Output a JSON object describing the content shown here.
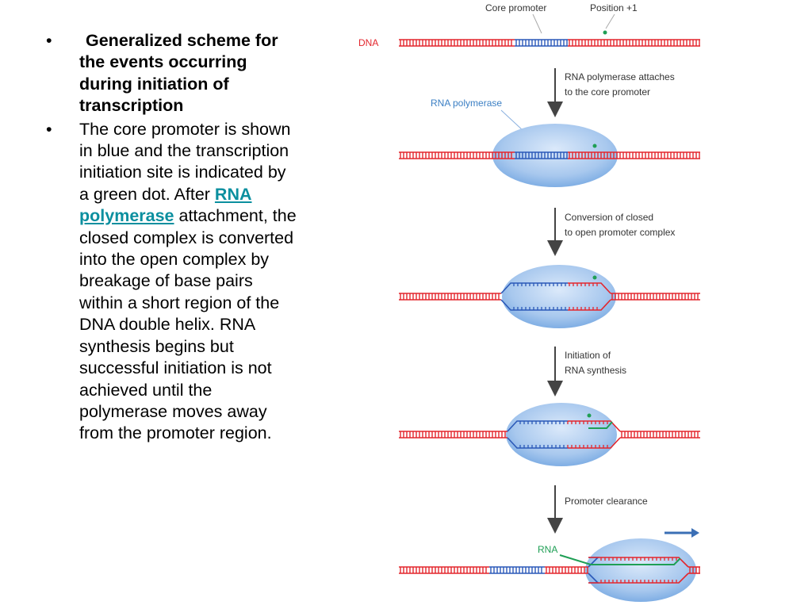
{
  "slide": {
    "bullets": [
      {
        "lines": [
          "Generalized scheme for",
          "the events occurring",
          "during initiation of",
          "transcription"
        ]
      },
      {
        "lines": [
          "The core promoter is shown",
          "in blue and the transcription",
          "initiation site is indicated by",
          "a green dot. After ",
          "polymerase",
          "closed complex is converted",
          "into the open complex by",
          "breakage of base pairs",
          "within a short region of the",
          "DNA double helix. RNA",
          "synthesis begins but",
          "successful initiation is not",
          "achieved until the",
          "polymerase moves away",
          "from the promoter region."
        ],
        "link_word_1": "RNA",
        "link_word_2": "polymerase",
        "after_link": " attachment, the"
      }
    ]
  },
  "diagram": {
    "labels": {
      "dna": "DNA",
      "core_promoter": "Core promoter",
      "position": "Position +1",
      "rna_polymerase": "RNA polymerase",
      "rna": "RNA"
    },
    "steps": [
      [
        "RNA polymerase attaches",
        "to the core promoter"
      ],
      [
        "Conversion of closed",
        "to open promoter complex"
      ],
      [
        "Initiation of",
        "RNA synthesis"
      ],
      [
        "Promoter clearance"
      ]
    ],
    "colors": {
      "dna": "#e3262d",
      "promoter": "#2b59b8",
      "site": "#1f9f55",
      "polymerase": "#a8c8ee",
      "arrow": "#444444",
      "label": "#333333",
      "accent_label": "#3b7fc4",
      "rna_label": "#1f9f55"
    }
  }
}
